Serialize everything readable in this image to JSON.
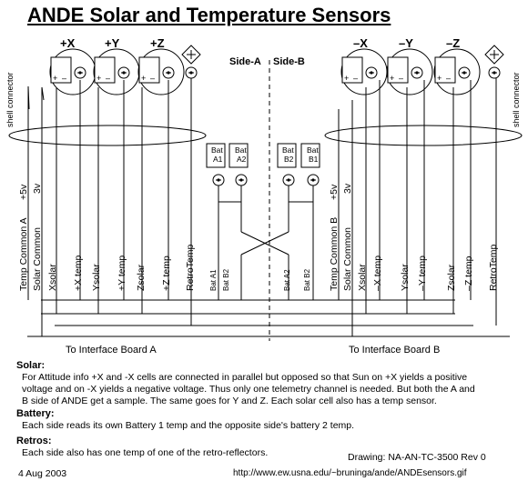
{
  "title": "ANDE Solar and Temperature Sensors",
  "side_labels": {
    "a": "Side-A",
    "b": "Side-B"
  },
  "sensors_left": [
    {
      "axis": "+X"
    },
    {
      "axis": "+Y"
    },
    {
      "axis": "+Z"
    }
  ],
  "sensors_right": [
    {
      "axis": "–X"
    },
    {
      "axis": "–Y"
    },
    {
      "axis": "–Z"
    }
  ],
  "cell_polarity": {
    "plus": "+",
    "minus": "–"
  },
  "shell_connector": "shell connector",
  "batteries": [
    {
      "line1": "Bat",
      "line2": "A1"
    },
    {
      "line1": "Bat",
      "line2": "A2"
    },
    {
      "line1": "Bat",
      "line2": "B2"
    },
    {
      "line1": "Bat",
      "line2": "B1"
    }
  ],
  "wires_a": {
    "temp_common": "Temp Common A",
    "plus5v": "+5v",
    "v3": "3v",
    "solar_common": "Solar Common",
    "labels": [
      "Xsolar",
      "+X temp",
      "Ysolar",
      "+Y temp",
      "Zsolar",
      "+Z temp",
      "RetroTemp",
      "Bat A1",
      "Bat B2"
    ]
  },
  "wires_b": {
    "temp_common": "Temp Common B",
    "plus5v": "+5v",
    "v3": "3v",
    "solar_common": "Solar Common",
    "labels": [
      "Bat A2",
      "Bat B2",
      "Xsolar",
      "–X temp",
      "Ysolar",
      "–Y temp",
      "Zsolar",
      "–Z temp",
      "RetroTemp"
    ]
  },
  "interface_a": "To Interface Board A",
  "interface_b": "To Interface Board B",
  "notes": {
    "solar_h": "Solar:",
    "solar_1": "For Attitude info +X and -X cells are connected in parallel but opposed so that Sun on +X yields a positive",
    "solar_2": "voltage and on -X yields a negative voltage.  Thus only one telemetry channel is needed.  But both the A and",
    "solar_3": "B side of ANDE get a sample.  The same goes for Y and Z.  Each solar cell also has a temp sensor.",
    "battery_h": "Battery:",
    "battery_1": "Each side reads its own Battery 1 temp and the opposite side's battery 2 temp.",
    "retros_h": "Retros:",
    "retros_1": "Each side also has one temp of one of the retro-reflectors."
  },
  "drawing_id": "Drawing:  NA-AN-TC-3500  Rev 0",
  "date": "4 Aug 2003",
  "url": "http://www.ew.usna.edu/~bruninga/ande/ANDEsensors.gif"
}
